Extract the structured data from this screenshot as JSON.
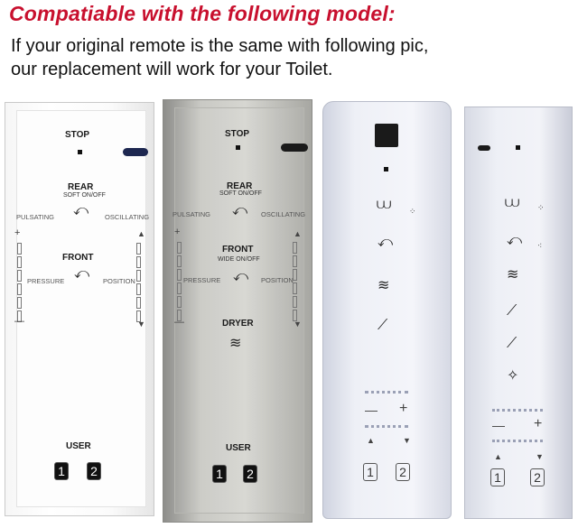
{
  "headline": "Compatiable with the following model:",
  "description_lines": [
    "If your original remote is the same with following pic,",
    "our replacement will work for your Toilet."
  ],
  "colors": {
    "headline": "#c8102e"
  },
  "remote1": {
    "stop": "STOP",
    "rear": "REAR",
    "rear_sub": "SOFT ON/OFF",
    "pulsating": "PULSATING",
    "oscillating": "OSCILLATING",
    "front": "FRONT",
    "pressure": "PRESSURE",
    "position": "POSITION",
    "user": "USER",
    "user1": "1",
    "user2": "2",
    "plus": "+",
    "minus": "—"
  },
  "remote2": {
    "stop": "STOP",
    "rear": "REAR",
    "rear_sub": "SOFT ON/OFF",
    "pulsating": "PULSATING",
    "oscillating": "OSCILLATING",
    "front": "FRONT",
    "front_sub": "WIDE ON/OFF",
    "pressure": "PRESSURE",
    "position": "POSITION",
    "dryer": "DRYER",
    "user": "USER",
    "user1": "1",
    "user2": "2",
    "plus": "+",
    "minus": "—"
  },
  "remote3": {
    "minus": "—",
    "plus": "+",
    "user1": "1",
    "user2": "2"
  },
  "remote4": {
    "minus": "—",
    "plus": "+",
    "user1": "1",
    "user2": "2"
  }
}
